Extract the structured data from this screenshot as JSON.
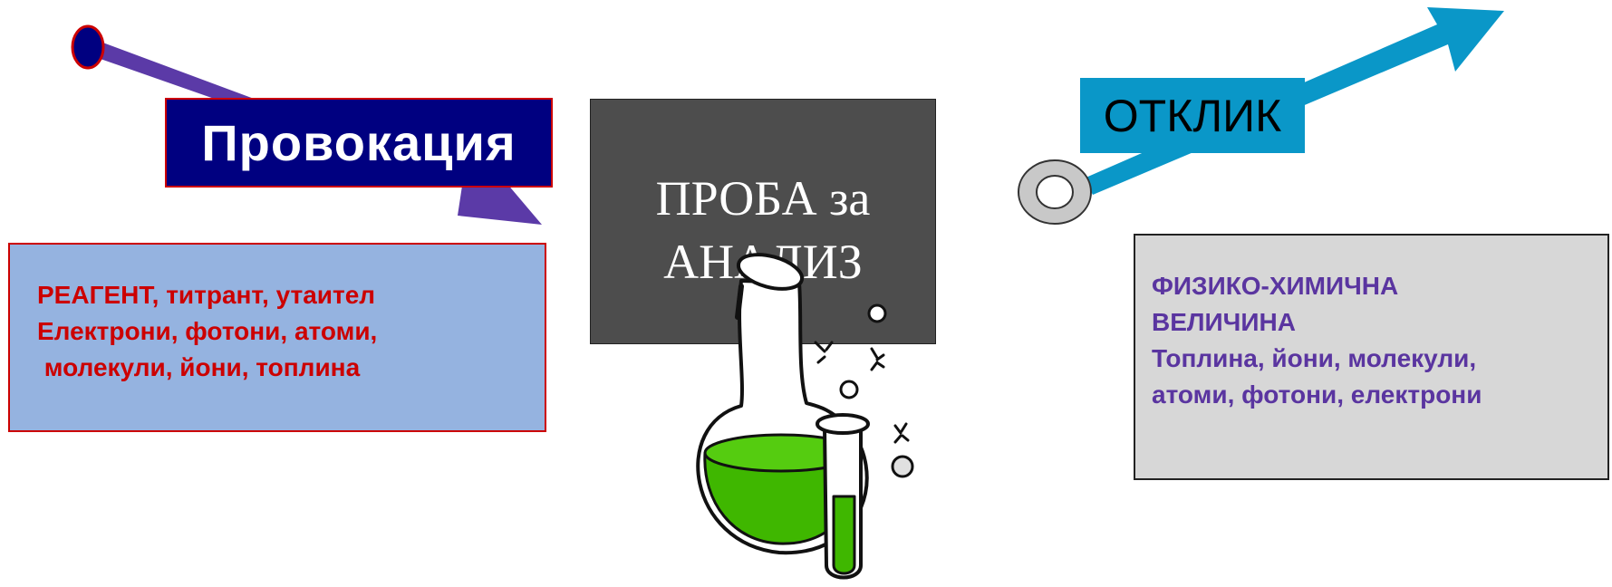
{
  "provocation": {
    "label": "Провокация"
  },
  "reagent": {
    "lines": [
      "РЕАГЕНТ, титрант, утаител",
      "Електрони, фотони, атоми,",
      " молекули, йони, топлина"
    ]
  },
  "sample": {
    "lines": [
      "ПРОБА за",
      "АНАЛИЗ"
    ]
  },
  "response": {
    "label": "ОТКЛИК"
  },
  "quantity": {
    "lines": [
      "ФИЗИКО-ХИМИЧНА",
      "ВЕЛИЧИНА",
      "Топлина, йони, молекули,",
      "атоми, фотони, електрони"
    ]
  },
  "colors": {
    "input_arrow": "#5b3aa7",
    "output_arrow": "#0a97c8",
    "input_bulb": "#000080",
    "liquid": "#3fb700"
  },
  "icons": {
    "lab": "flask-and-test-tube-icon"
  }
}
